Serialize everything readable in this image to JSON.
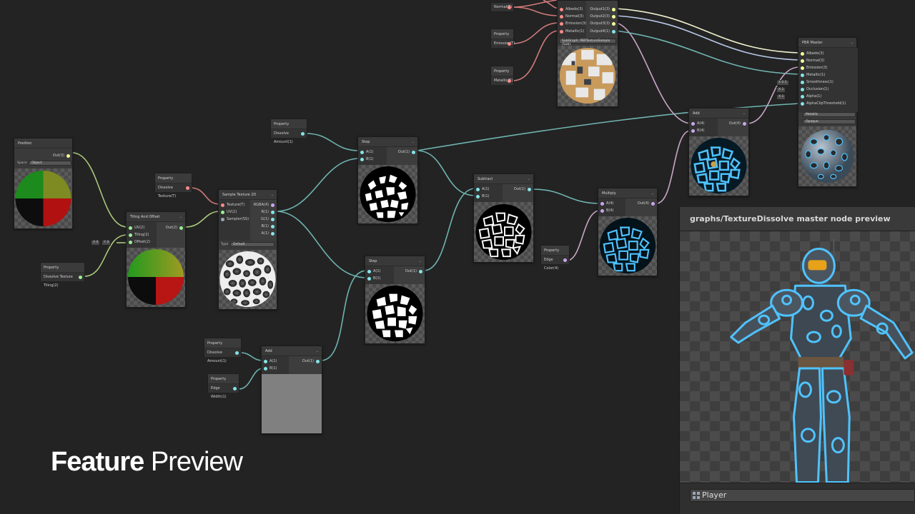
{
  "banner": {
    "bold": "Feature",
    "light": "Preview"
  },
  "master_preview": {
    "title": "graphs/TextureDissolve master node preview",
    "object_selector": "Player"
  },
  "colors": {
    "background": "#232323",
    "wire_teal": "#6fb4b0",
    "wire_green": "#a8c77a",
    "wire_pink": "#c9a6c8",
    "wire_red": "#d07a7a",
    "port_vec4": "#c9a6f0",
    "port_vec1": "#84e4e7",
    "port_vec2": "#9aef92",
    "port_vec3": "#f6ff9a",
    "port_tex": "#ff8b8b",
    "dissolve_glow": "#4fc3ff"
  },
  "nodes": {
    "position": {
      "title": "Position",
      "out": [
        "Out(3)"
      ],
      "space_label": "Space",
      "space_value": "Object"
    },
    "tiling": {
      "title": "Tiling And Offset",
      "in": [
        "UV(2)",
        "Tiling(2)",
        "Offset(2)"
      ],
      "out": [
        "Out(2)"
      ],
      "offset_x": "X 0",
      "offset_y": "Y 0"
    },
    "sample": {
      "title": "Sample Texture 2D",
      "in": [
        "Texture(T)",
        "UV(2)",
        "Sampler(SS)"
      ],
      "out": [
        "RGBA(4)",
        "R(1)",
        "G(1)",
        "B(1)",
        "A(1)"
      ],
      "type_label": "Type",
      "type_value": "Default"
    },
    "step1": {
      "title": "Step",
      "in": [
        "A(1)",
        "B(1)"
      ],
      "out": [
        "Out(1)"
      ]
    },
    "step2": {
      "title": "Step",
      "in": [
        "A(1)",
        "B(1)"
      ],
      "out": [
        "Out(1)"
      ]
    },
    "add_bottom": {
      "title": "Add",
      "in": [
        "A(1)",
        "B(1)"
      ],
      "out": [
        "Out(1)"
      ]
    },
    "subtract": {
      "title": "Subtract",
      "in": [
        "A(1)",
        "B(1)"
      ],
      "out": [
        "Out(1)"
      ]
    },
    "multiply": {
      "title": "Multiply",
      "in": [
        "A(4)",
        "B(4)"
      ],
      "out": [
        "Out(4)"
      ]
    },
    "add_top": {
      "title": "Add",
      "in": [
        "A(4)",
        "B(4)"
      ],
      "out": [
        "Out(4)"
      ]
    },
    "sub_graph": {
      "in": [
        "Albedo(3)",
        "Normal(3)",
        "Emission(3)",
        "Metallic(1)"
      ],
      "out": [
        "Output1(3)",
        "Output2(3)",
        "Output3(3)",
        "Output4(1)"
      ],
      "preview_label": "SubGraph: PBRTextureSample (Sub)"
    },
    "pbr_master": {
      "title": "PBR Master",
      "in": [
        "Albedo(3)",
        "Normal(3)",
        "Emission(3)",
        "Metallic(1)",
        "Smoothness(1)",
        "Occlusion(1)",
        "Alpha(1)",
        "AlphaClipThreshold(1)"
      ],
      "smoothness_default": "X 0.5",
      "occlusion_default": "X 1",
      "alpha_default": "X 1",
      "workflow": "Metallic",
      "surface": "Opaque"
    }
  },
  "properties": {
    "header": "Property",
    "dissolve_texture": "Dissolve Texture(T)",
    "dissolve_tiling": "Dissolve Texture Tiling(2)",
    "dissolve_amount_top": "Dissolve Amount(1)",
    "dissolve_amount_bottom": "Dissolve Amount(1)",
    "edge_width": "Edge Width(1)",
    "edge_color": "Edge Color(4)",
    "normal": "Normal(T)",
    "emission": "Emission(T)",
    "metallic": "Metallic(T)"
  }
}
